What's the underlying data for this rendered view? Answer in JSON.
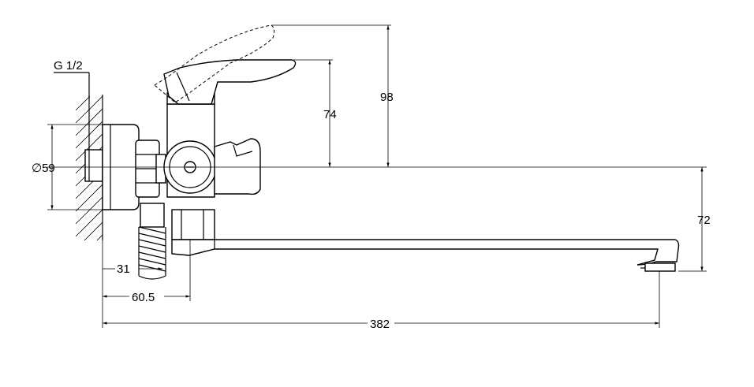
{
  "labels": {
    "thread": "G 1/2",
    "diameter": "∅59",
    "lever_height": "98",
    "body_height": "74",
    "spout_height": "72",
    "wall_to_outlet": "31",
    "wall_to_axis": "60.5",
    "total_length": "382"
  }
}
